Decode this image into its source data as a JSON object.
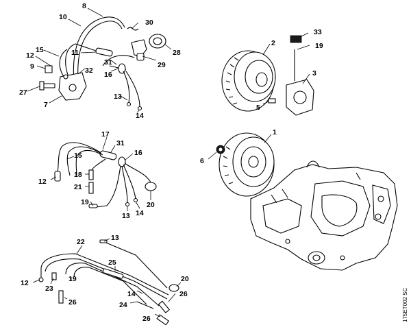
{
  "figure_code": "175ET002 SC",
  "callouts": {
    "g1": [
      "8",
      "10",
      "30",
      "11",
      "15",
      "12",
      "31",
      "28",
      "9",
      "32",
      "29",
      "16",
      "27",
      "7",
      "13",
      "14"
    ],
    "g2": [
      "33",
      "2",
      "19",
      "3",
      "5",
      "1",
      "6"
    ],
    "g3": [
      "17",
      "31",
      "16",
      "15",
      "18",
      "12",
      "21",
      "20",
      "19",
      "13",
      "14"
    ],
    "g4": [
      "13",
      "22",
      "25",
      "20",
      "12",
      "23",
      "19",
      "26",
      "14",
      "24",
      "26",
      "26"
    ]
  }
}
